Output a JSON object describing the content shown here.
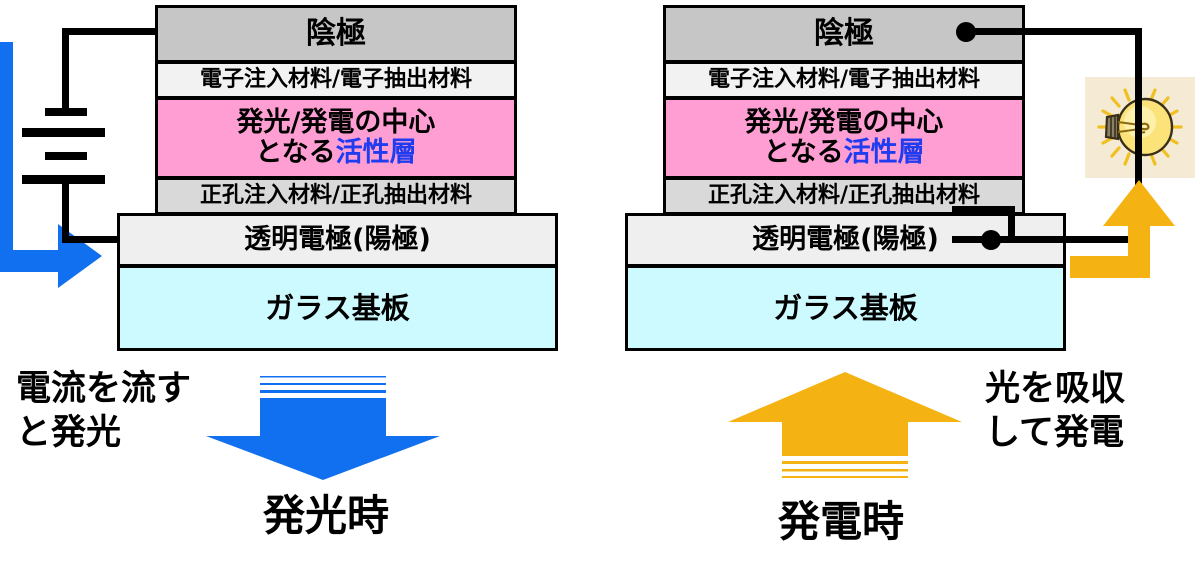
{
  "diagram": {
    "title_left": "発光時",
    "title_right": "発電時",
    "caption_left": "電流を流す\nと発光",
    "caption_right": "光を吸収\nして発電"
  },
  "colors": {
    "cathode": "#c6c6c6",
    "injection": "#f2f2f2",
    "active": "#ff9ed2",
    "hole": "#d9d9d9",
    "transparent_electrode": "#efefef",
    "glass": "#ccfaff",
    "accent_blue": "#1070f0",
    "accent_yellow": "#f5b313",
    "highlight_text": "#1f3cf0",
    "bulb_bg": "#f5ead3"
  },
  "stack": {
    "cathode": "陰極",
    "electron_layer": "電子注入材料/電子抽出材料",
    "active_line1": "発光/発電の中心",
    "active_line2_prefix": "となる",
    "active_line2_highlight": "活性層",
    "hole_layer": "正孔注入材料/正孔抽出材料",
    "transparent_electrode": "透明電極(陽極)",
    "glass": "ガラス基板"
  },
  "icons": {
    "battery": "battery-icon",
    "bulb": "light-bulb-icon",
    "current_arrow": "blue-current-arrow-icon",
    "power_arrow": "yellow-power-arrow-icon",
    "emission_arrow": "blue-down-arrow-icon",
    "absorption_arrow": "yellow-up-arrow-icon",
    "terminal_node": "terminal-node-icon"
  }
}
